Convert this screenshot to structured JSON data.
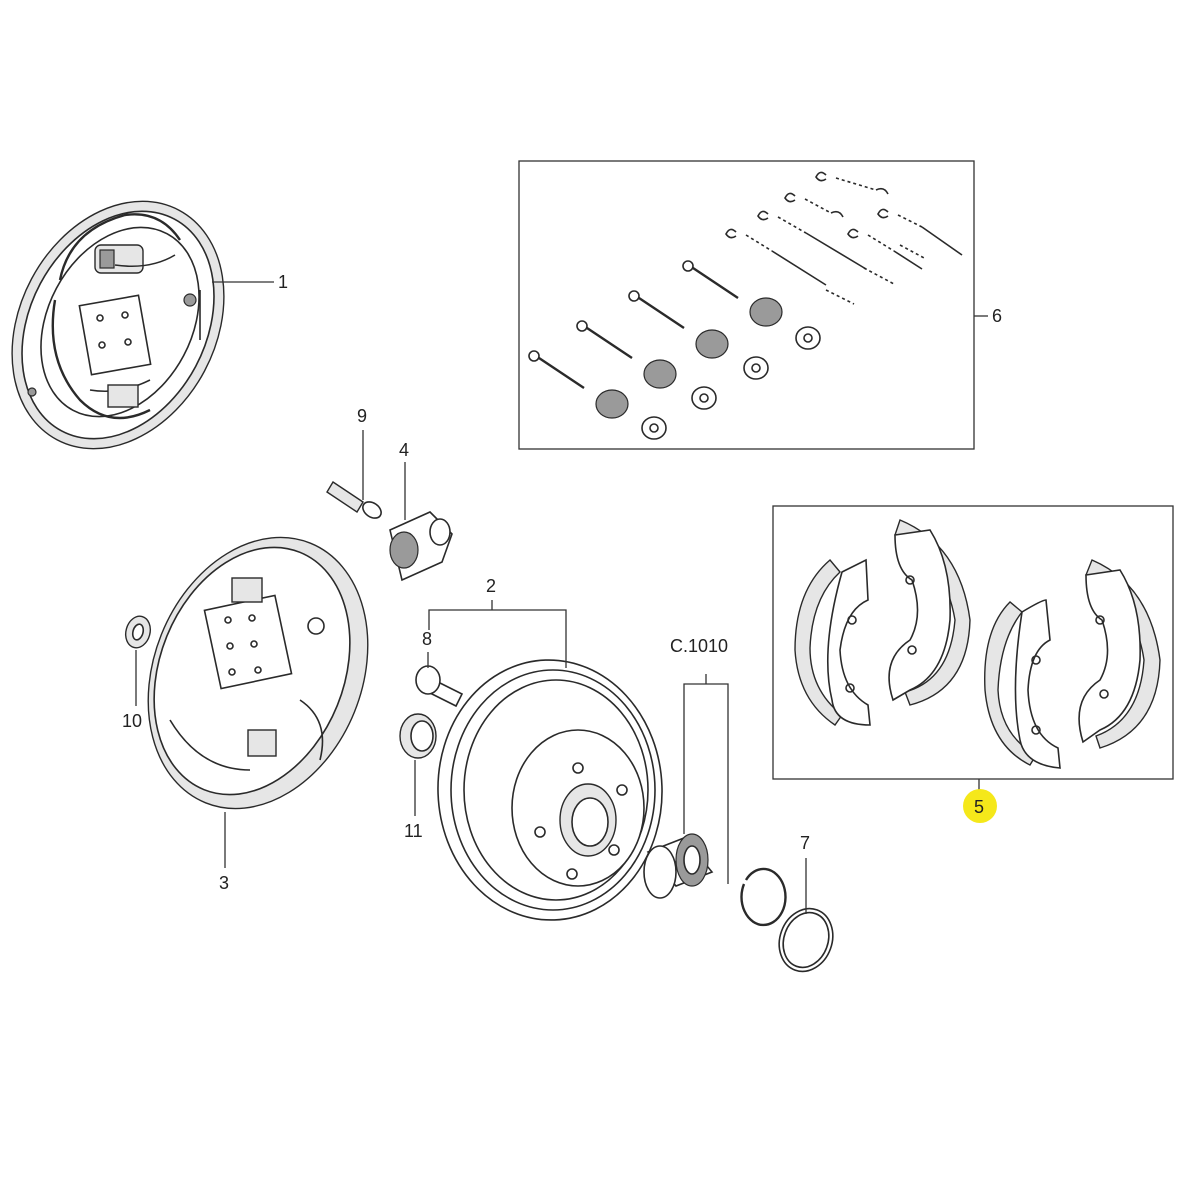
{
  "callouts": {
    "c1": "1",
    "c2": "2",
    "c3": "3",
    "c4": "4",
    "c5": "5",
    "c6": "6",
    "c7": "7",
    "c8": "8",
    "c9": "9",
    "c10": "10",
    "c11": "11",
    "c1010": "C.1010"
  },
  "highlight_color": "#f5e81a"
}
